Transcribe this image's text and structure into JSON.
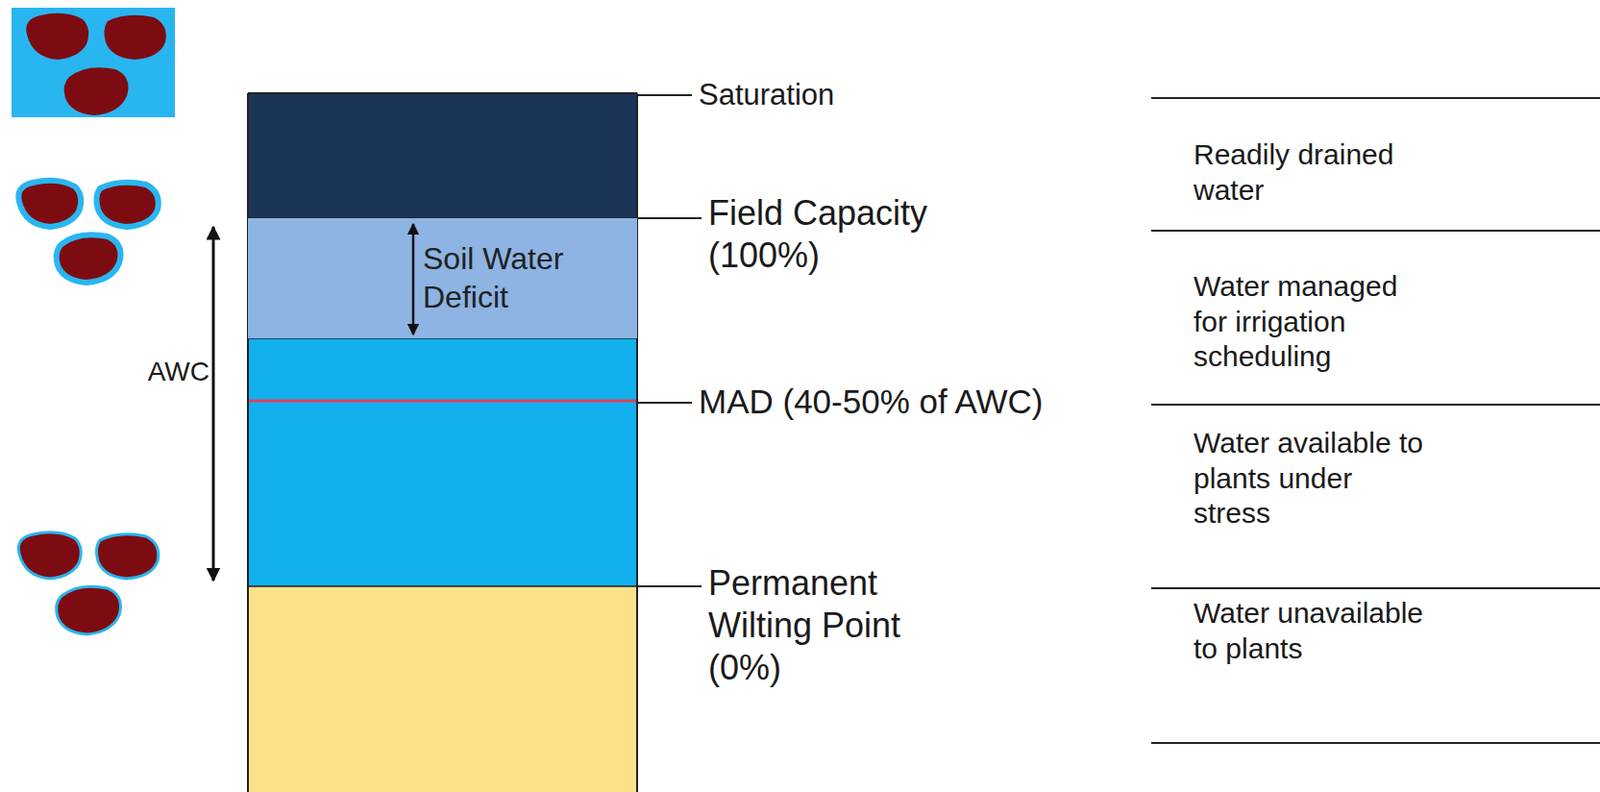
{
  "diagram": {
    "nodes": [
      {
        "text": [
          "Soil Water Deficit"
        ]
      }
    ],
    "labels": [
      "Saturation",
      "Field Capacity (100%)",
      "AWC",
      "MAD (40-50% of AWC)",
      "Permanent Wilting Point (0%)",
      "Readily drained water",
      "Water managed for irrigation scheduling",
      "Water available to plants under stress",
      "Water unavailable to plants"
    ]
  }
}
